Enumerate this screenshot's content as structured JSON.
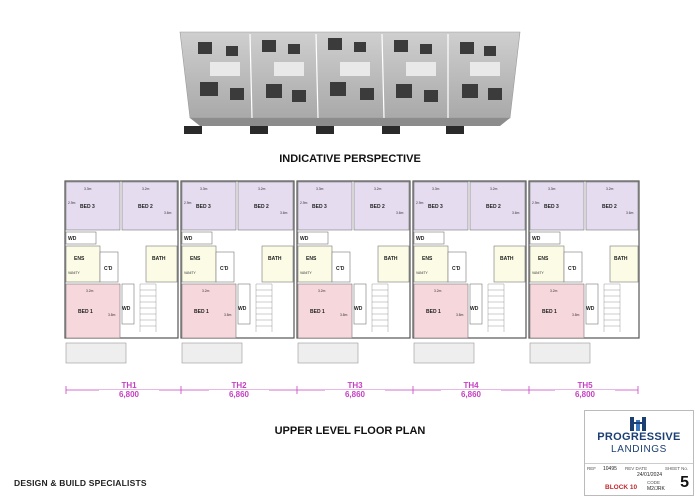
{
  "headings": {
    "perspective": "INDICATIVE PERSPECTIVE",
    "floor_plan": "UPPER LEVEL FLOOR PLAN"
  },
  "units": [
    {
      "name": "TH1",
      "width": "6,800"
    },
    {
      "name": "TH2",
      "width": "6,860"
    },
    {
      "name": "TH3",
      "width": "6,860"
    },
    {
      "name": "TH4",
      "width": "6,860"
    },
    {
      "name": "TH5",
      "width": "6,800"
    }
  ],
  "rooms": {
    "bed3": "BED 3",
    "bed2": "BED 2",
    "bed1": "BED 1",
    "ens": "ENS",
    "bath": "BATH",
    "cd": "C'D",
    "wd": "WD",
    "vanity": "VANITY",
    "dim_33": "3.3m",
    "dim_32": "3.2m",
    "dim_29": "2.9m",
    "dim_36": "3.6m",
    "dim_38": "3.8m"
  },
  "footer": {
    "tagline": "DESIGN & BUILD SPECIALISTS"
  },
  "title_block": {
    "logo_line1": "PROGRESSIVE",
    "logo_line2": "LANDINGS",
    "ref_label": "REF",
    "ref_value": "10495",
    "rev_label": "REV DATE",
    "date_value": "24/01/2024",
    "sheet_label": "SHEET No.",
    "code_label": "CODE",
    "code_value": "M2/JRK",
    "block": "BLOCK 10",
    "sheet_number": "5"
  },
  "colors": {
    "bed_front": "#f6d7dc",
    "bed_rear": "#e5dcf0",
    "wet": "#fbfbe6",
    "brand": "#1b3f73",
    "dim_line": "#c640c3",
    "block_red": "#c0282e"
  }
}
